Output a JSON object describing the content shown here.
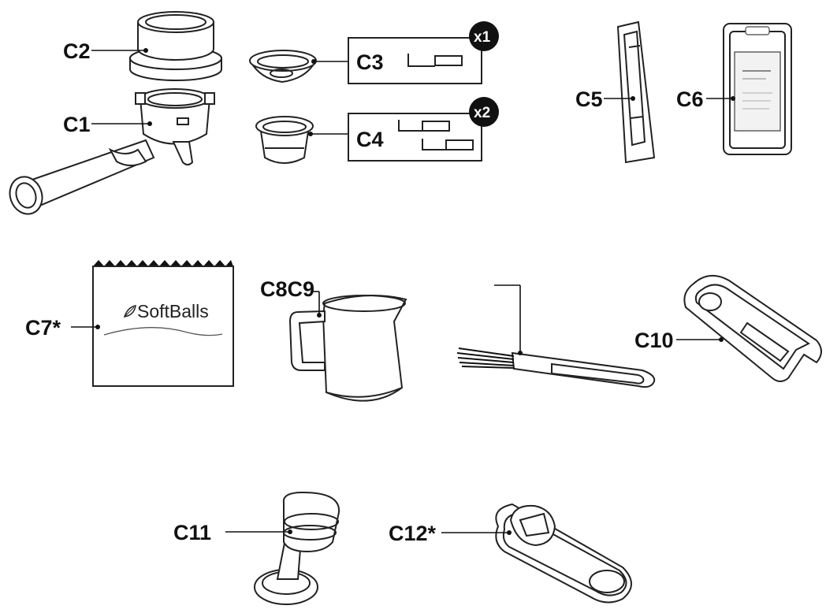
{
  "labels": {
    "c1": "C1",
    "c2": "C2",
    "c3": "C3",
    "c4": "C4",
    "c5": "C5",
    "c6": "C6",
    "c7": "C7*",
    "c8c9": "C8C9",
    "c10": "C10",
    "c11": "C11",
    "c12": "C12*"
  },
  "badges": {
    "c3_qty": "x1",
    "c4_qty": "x2"
  },
  "brand": {
    "name": "SoftBalls"
  },
  "colors": {
    "line": "#111111",
    "badge": "#111111",
    "background": "#ffffff"
  }
}
